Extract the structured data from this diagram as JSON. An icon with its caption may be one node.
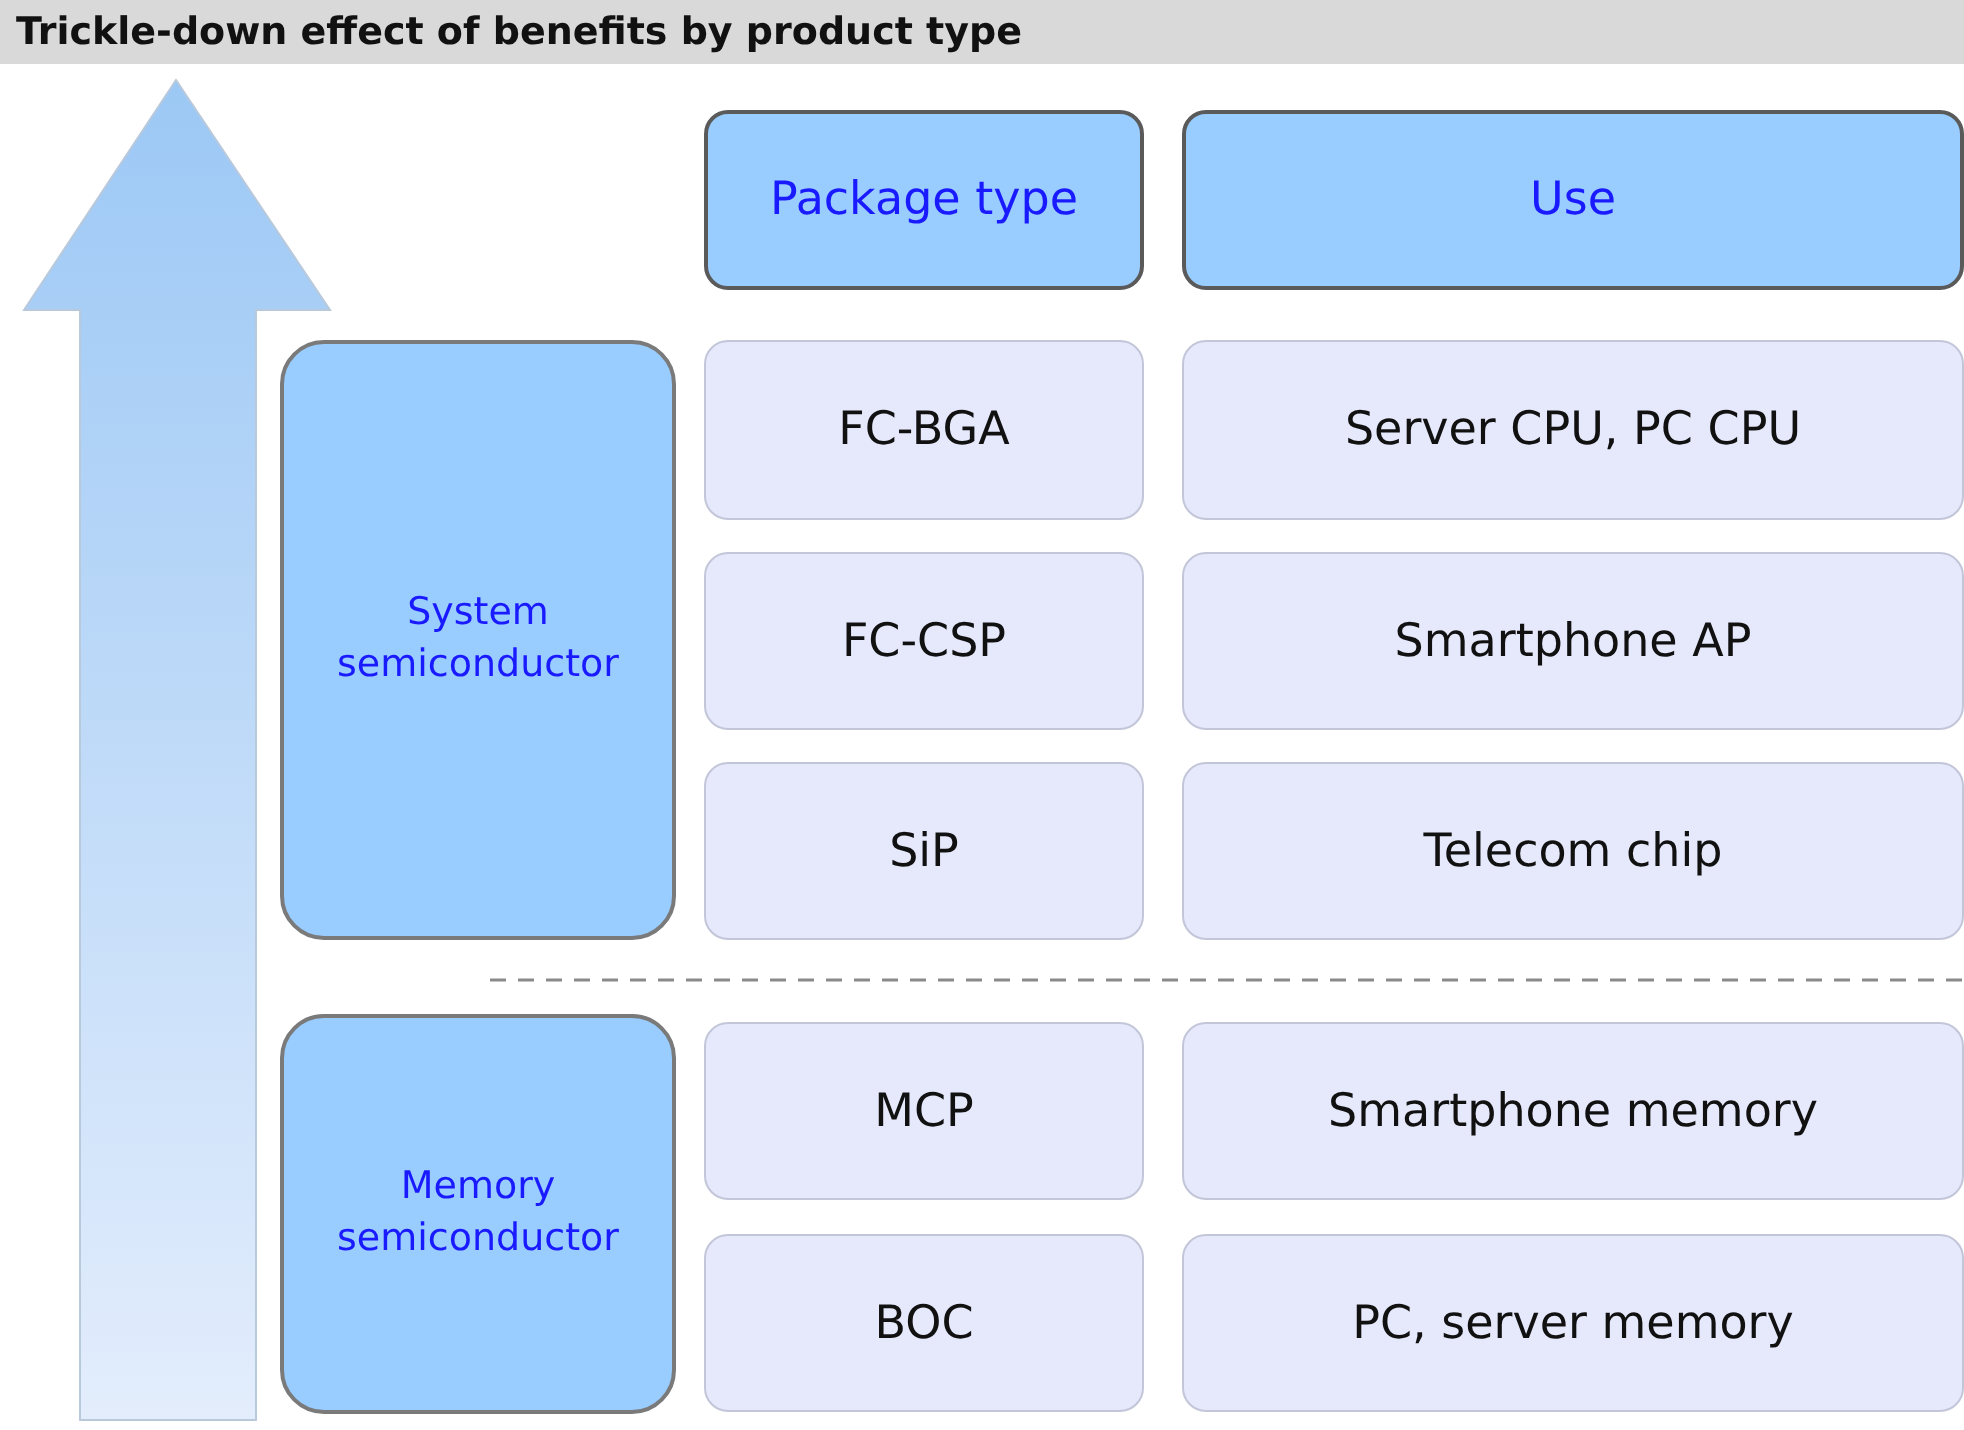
{
  "diagram": {
    "title": "Trickle-down effect of benefits by product type",
    "nodes": [
      {
        "text": [
          "Package type"
        ]
      },
      {
        "text": [
          "Use"
        ]
      },
      {
        "text": [
          "System semiconductor"
        ]
      },
      {
        "text": [
          "FC-BGA"
        ]
      },
      {
        "text": [
          "Server CPU, PC CPU"
        ]
      },
      {
        "text": [
          "FC-CSP"
        ]
      },
      {
        "text": [
          "Smartphone AP"
        ]
      },
      {
        "text": [
          "SiP"
        ]
      },
      {
        "text": [
          "Telecom chip"
        ]
      },
      {
        "text": [
          "Memory semiconductor"
        ]
      },
      {
        "text": [
          "MCP"
        ]
      },
      {
        "text": [
          "Smartphone memory"
        ]
      },
      {
        "text": [
          "BOC"
        ]
      },
      {
        "text": [
          "PC, server memory"
        ]
      }
    ],
    "edges": []
  }
}
